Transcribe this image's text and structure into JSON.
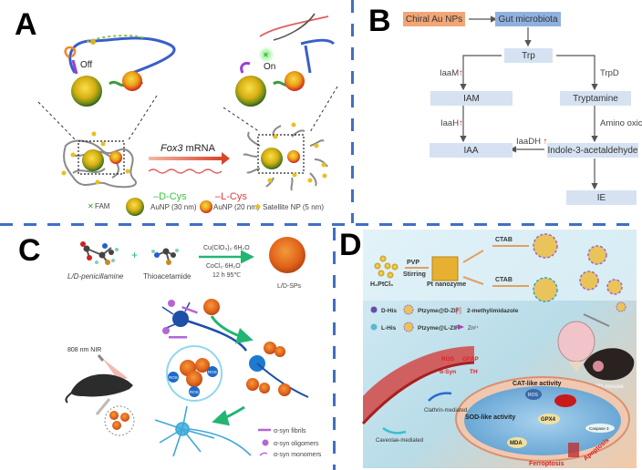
{
  "figure": {
    "panels": {
      "A": {
        "letter": "A",
        "state_off": "Off",
        "state_on": "On",
        "arrow_label_italic": "Fox3",
        "arrow_label_rest": " mRNA",
        "legend": {
          "fam": "FAM",
          "d_cys": "–D-Cys",
          "l_cys": "–L-Cys",
          "aunp_30": "AuNP (30 nm)",
          "aunp_20": "AuNP (20 nm)",
          "satellite": "Satellite NP (5 nm)"
        }
      },
      "B": {
        "letter": "B",
        "nodes": {
          "chiral": "Chiral Au NPs",
          "gut": "Gut microbiota",
          "trp": "Trp",
          "iam": "IAM",
          "tryptamine": "Tryptamine",
          "iaa": "IAA",
          "indole": "Indole-3-acetaldehyde",
          "ie": "IE"
        },
        "enzymes": {
          "iaam": "IaaM",
          "iaah": "IaaH",
          "iaadh": "IaaDH",
          "trpd": "TrpD",
          "amino": "Amino oxic"
        },
        "up_mark": "↑"
      },
      "C": {
        "letter": "C",
        "reactant1": "L/D-penicillamine",
        "plus": "+",
        "reactant2": "Thioacetamide",
        "cond1": "Cu(ClO₄)₂·6H₂O",
        "cond2": "CoCl₂·6H₂O",
        "cond3": "12 h 95℃",
        "product": "L/D-SPs",
        "laser": "808 nm NIR",
        "ros": "ROS",
        "legend": {
          "fibrils": "α-syn fibrils",
          "oligomers": "α-syn oligomers",
          "monomers": "α-syn monomers"
        }
      },
      "D": {
        "letter": "D",
        "precursor": "H₂PtCl₆",
        "pvp": "PVP",
        "stirring": "Stirring",
        "nanozyme": "Pt nanozyme",
        "ctab1": "CTAB",
        "ctab2": "CTAB",
        "legend": {
          "dhis": "D-His",
          "ptzyme_d": "Ptzyme@D-ZIF",
          "imidazole": "2-methylimidazole",
          "lhis": "L-His",
          "ptzyme_l": "Ptzyme@L-ZIF",
          "zn": "Zn²⁺"
        },
        "markers": {
          "ros": "ROS",
          "gfap": "GFAP",
          "asyn": "α-Syn",
          "th": "TH"
        },
        "cat": "CAT-like activity",
        "sod": "SOD-like activity",
        "clathrin": "Clathrin-mediated",
        "caveolae": "Caveolae-mediated",
        "gpx4": "GPX4",
        "mda": "MDA",
        "caspase": "Caspase 3",
        "ros_node": "ROS",
        "ferroptosis": "Ferroptosis",
        "apoptosis": "Apoptosis",
        "pd_mouse": "PD mouse"
      }
    },
    "colors": {
      "divider": "#3f6fc4",
      "gold": "#e0b21a",
      "green_shell": "#3d6b1e",
      "red_shell": "#d9361f",
      "arrow_green": "#22b573",
      "up_red": "#e02020"
    }
  }
}
